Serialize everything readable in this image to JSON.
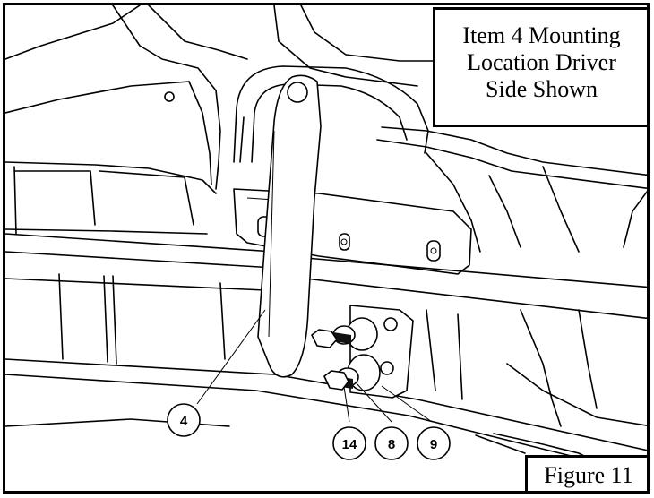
{
  "title_box": {
    "lines": [
      "Item 4 Mounting",
      "Location Driver",
      "Side Shown"
    ]
  },
  "figure_label": "Figure 11",
  "callouts": [
    "4",
    "14",
    "8",
    "9"
  ]
}
